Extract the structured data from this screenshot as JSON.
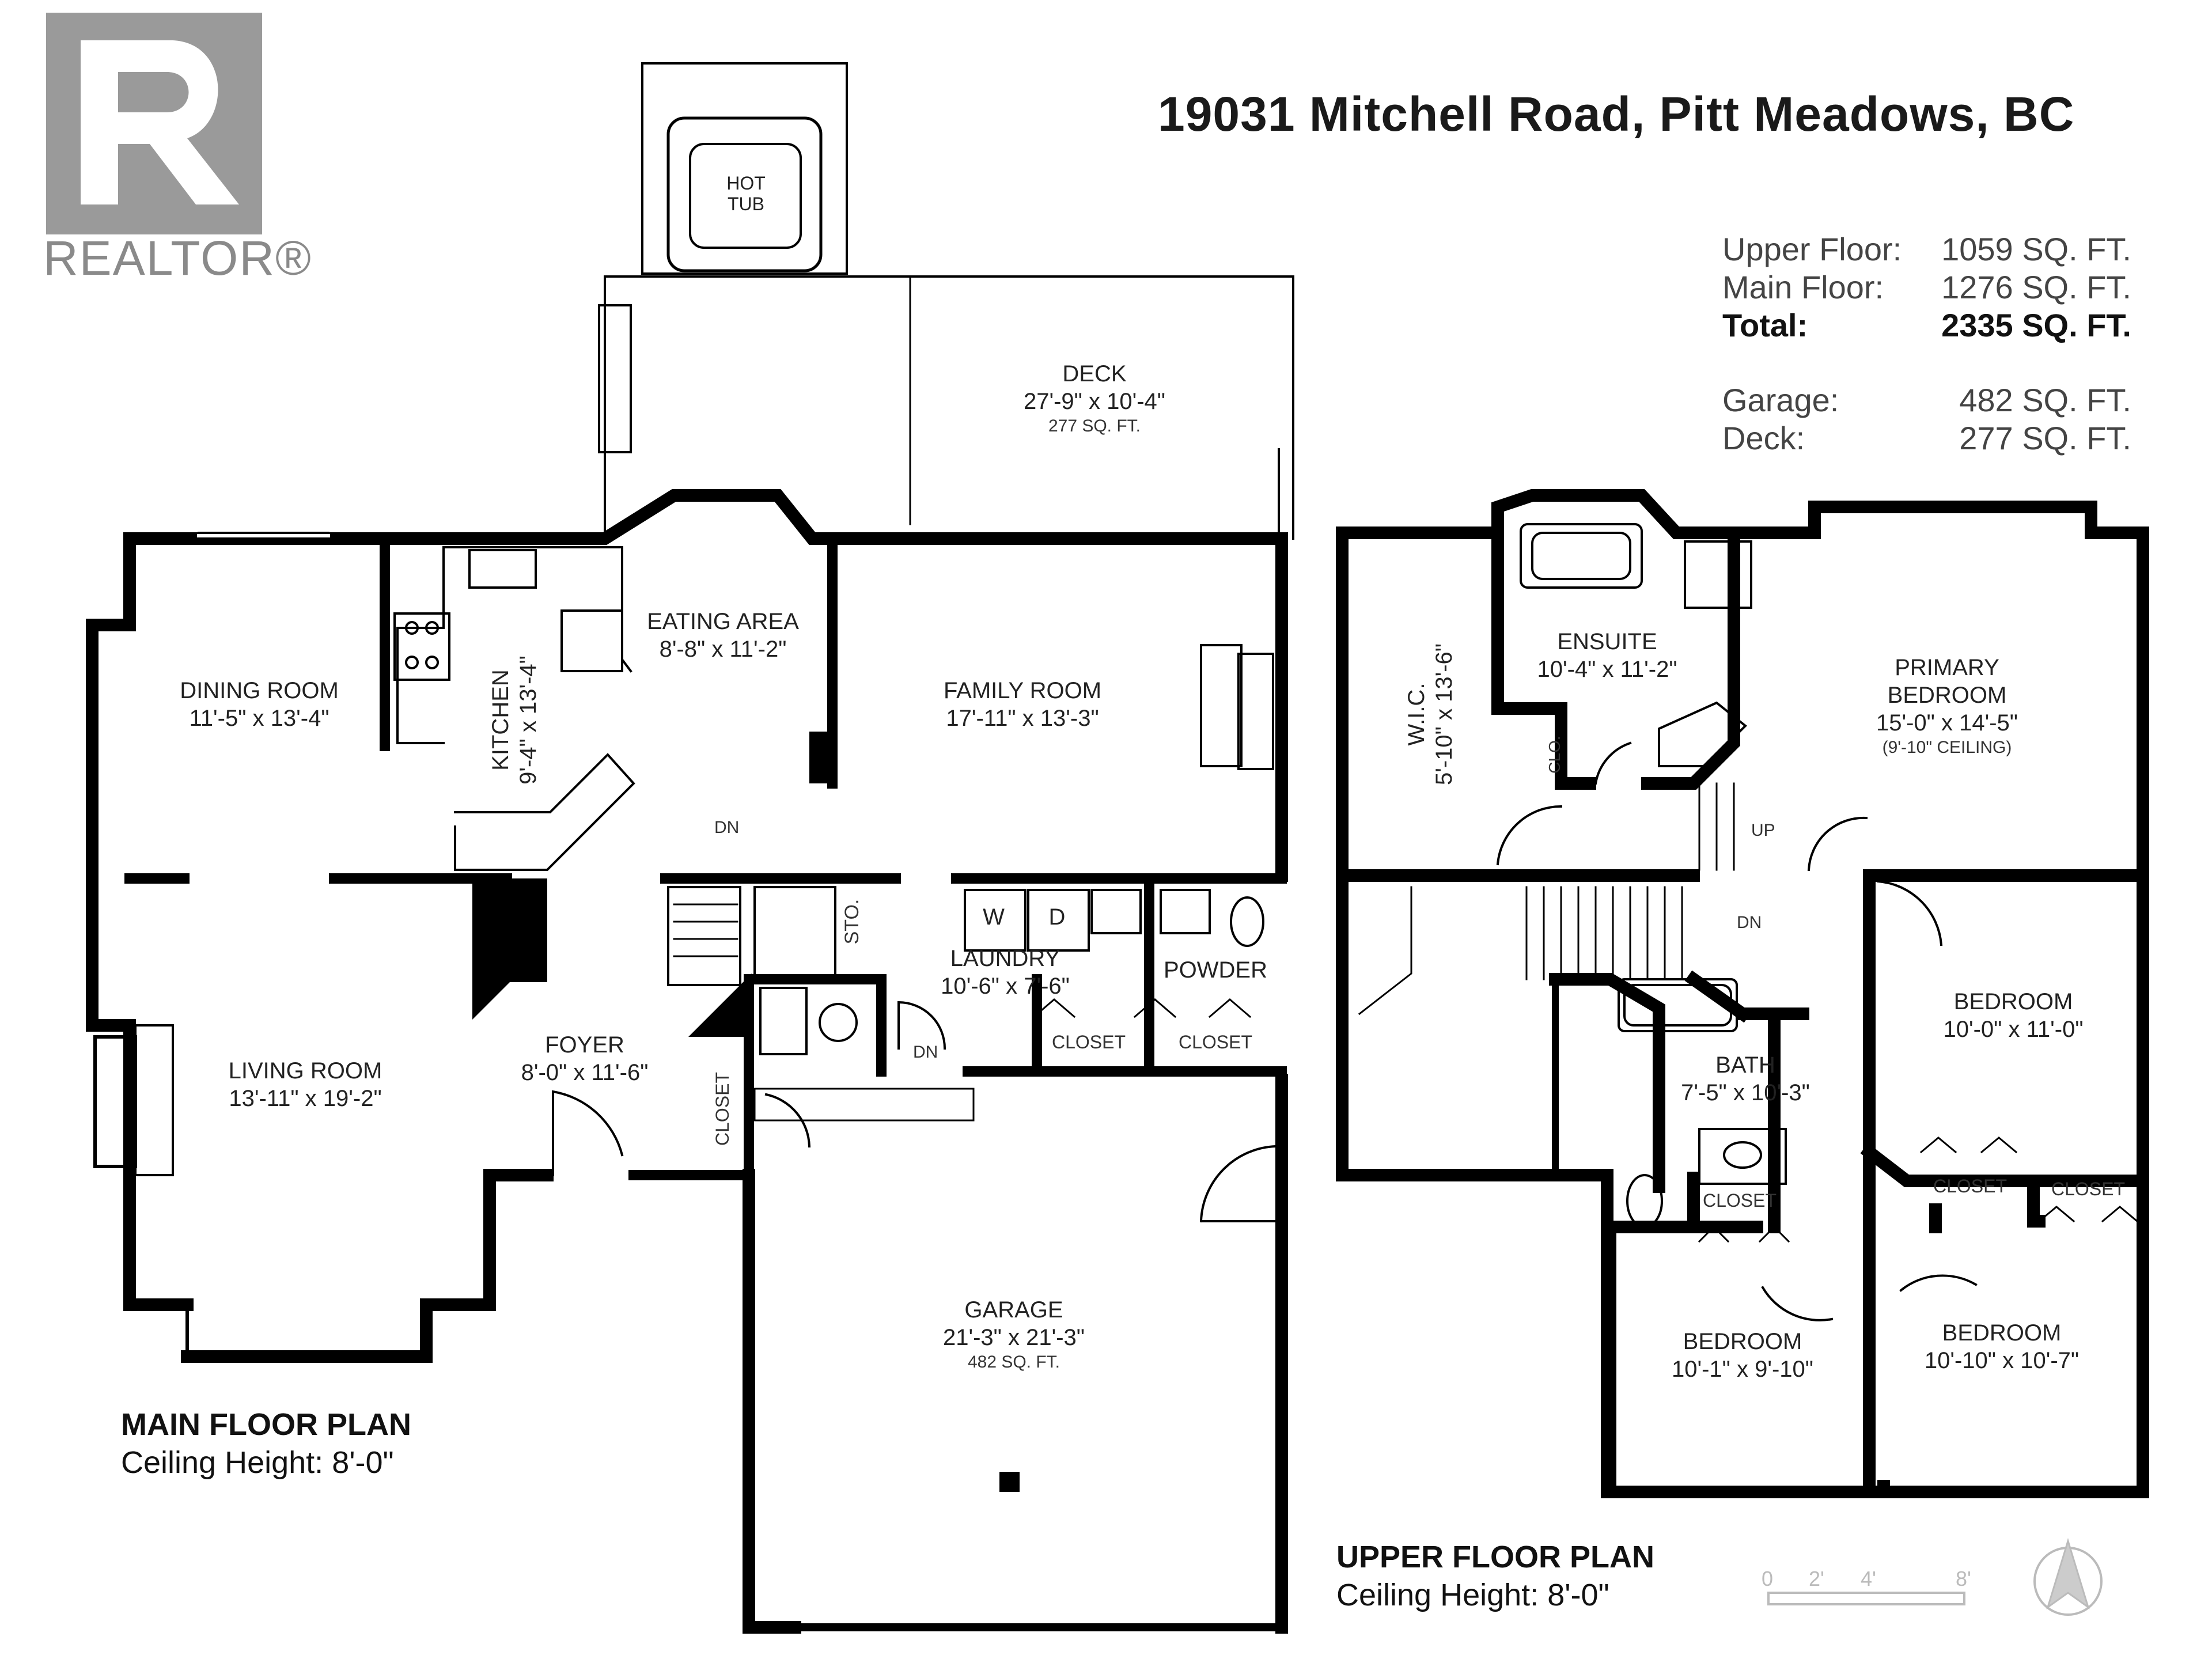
{
  "header": {
    "address": "19031 Mitchell Road, Pitt Meadows, BC",
    "logo_text": "REALTOR®"
  },
  "area_summary": {
    "rows": [
      {
        "label": "Upper Floor:",
        "value": "1059 SQ. FT."
      },
      {
        "label": "Main Floor:",
        "value": "1276 SQ. FT."
      },
      {
        "label": "Total:",
        "value": "2335 SQ. FT."
      },
      {
        "label": "Garage:",
        "value": "482 SQ. FT."
      },
      {
        "label": "Deck:",
        "value": "277 SQ. FT."
      }
    ]
  },
  "main_floor": {
    "title": "MAIN FLOOR PLAN",
    "ceiling": "Ceiling Height: 8'-0\"",
    "rooms": {
      "hot_tub": {
        "name1": "HOT",
        "name2": "TUB"
      },
      "deck": {
        "name": "DECK",
        "dims": "27'-9\" x 10'-4\"",
        "area": "277 SQ. FT."
      },
      "dining": {
        "name": "DINING ROOM",
        "dims": "11'-5\" x 13'-4\""
      },
      "kitchen": {
        "name": "KITCHEN",
        "dims": "9'-4\" x 13'-4\""
      },
      "eating": {
        "name": "EATING AREA",
        "dims": "8'-8\" x 11'-2\""
      },
      "family": {
        "name": "FAMILY ROOM",
        "dims": "17'-11\" x 13'-3\""
      },
      "living": {
        "name": "LIVING ROOM",
        "dims": "13'-11\" x 19'-2\""
      },
      "foyer": {
        "name": "FOYER",
        "dims": "8'-0\" x 11'-6\""
      },
      "laundry": {
        "name": "LAUNDRY",
        "dims": "10'-6\" x 7'-6\""
      },
      "powder": {
        "name": "POWDER"
      },
      "garage": {
        "name": "GARAGE",
        "dims": "21'-3\" x 21'-3\"",
        "area": "482 SQ. FT."
      }
    },
    "closet": "CLOSET",
    "sto": "STO.",
    "washer": "W",
    "dryer": "D",
    "dn": "DN"
  },
  "upper_floor": {
    "title": "UPPER FLOOR PLAN",
    "ceiling": "Ceiling Height: 8'-0\"",
    "rooms": {
      "wic": {
        "name": "W.I.C.",
        "dims": "5'-10\" x 13'-6\""
      },
      "ensuite": {
        "name": "ENSUITE",
        "dims": "10'-4\" x 11'-2\""
      },
      "primary": {
        "name1": "PRIMARY",
        "name2": "BEDROOM",
        "dims": "15'-0\" x 14'-5\"",
        "note": "(9'-10\" CEILING)"
      },
      "bedroom2": {
        "name": "BEDROOM",
        "dims": "10'-0\" x 11'-0\""
      },
      "bath": {
        "name": "BATH",
        "dims": "7'-5\" x 10'-3\""
      },
      "bedroom3": {
        "name": "BEDROOM",
        "dims": "10'-1\" x 9'-10\""
      },
      "bedroom4": {
        "name": "BEDROOM",
        "dims": "10'-10\" x 10'-7\""
      }
    },
    "clo": "CLO.",
    "closet": "CLOSET",
    "up": "UP",
    "dn": "DN"
  },
  "scale_bar": {
    "ticks": [
      "0",
      "2'",
      "4'",
      "8'"
    ]
  }
}
